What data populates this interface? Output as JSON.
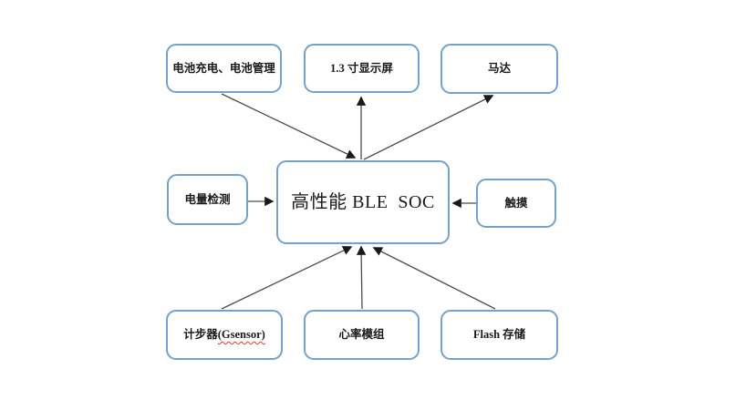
{
  "diagram": {
    "center_node": {
      "id": "soc",
      "label": "高性能 BLE  SOC"
    },
    "nodes": [
      {
        "id": "battery",
        "label": "电池充电、电池管理"
      },
      {
        "id": "display",
        "label": "1.3 寸显示屏"
      },
      {
        "id": "motor",
        "label": "马达"
      },
      {
        "id": "power-detect",
        "label": "电量检测"
      },
      {
        "id": "touch",
        "label": "触摸"
      },
      {
        "id": "pedometer",
        "label_main": "计步器",
        "label_annotation": "(Gsensor)",
        "has_spellcheck_underline": true
      },
      {
        "id": "heart-rate",
        "label": "心率模组"
      },
      {
        "id": "flash",
        "label": "Flash 存储"
      }
    ],
    "edges": [
      {
        "from": "battery",
        "to": "soc"
      },
      {
        "from": "soc",
        "to": "display"
      },
      {
        "from": "soc",
        "to": "motor"
      },
      {
        "from": "power-detect",
        "to": "soc"
      },
      {
        "from": "touch",
        "to": "soc"
      },
      {
        "from": "pedometer",
        "to": "soc"
      },
      {
        "from": "heart-rate",
        "to": "soc"
      },
      {
        "from": "flash",
        "to": "soc"
      }
    ],
    "colors": {
      "box_border": "#74a2cd",
      "arrow_line": "#4d4d4d",
      "arrow_head": "#1a1a1a",
      "text": "#1a1a1a",
      "spellcheck": "#e03c31",
      "background": "#ffffff"
    }
  }
}
